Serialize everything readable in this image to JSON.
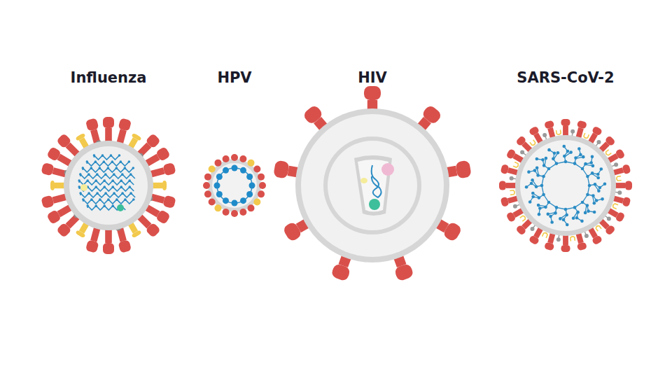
{
  "diagram": {
    "labels": [
      "Influenza",
      "HPV",
      "HIV",
      "SARS-CoV-2"
    ]
  }
}
